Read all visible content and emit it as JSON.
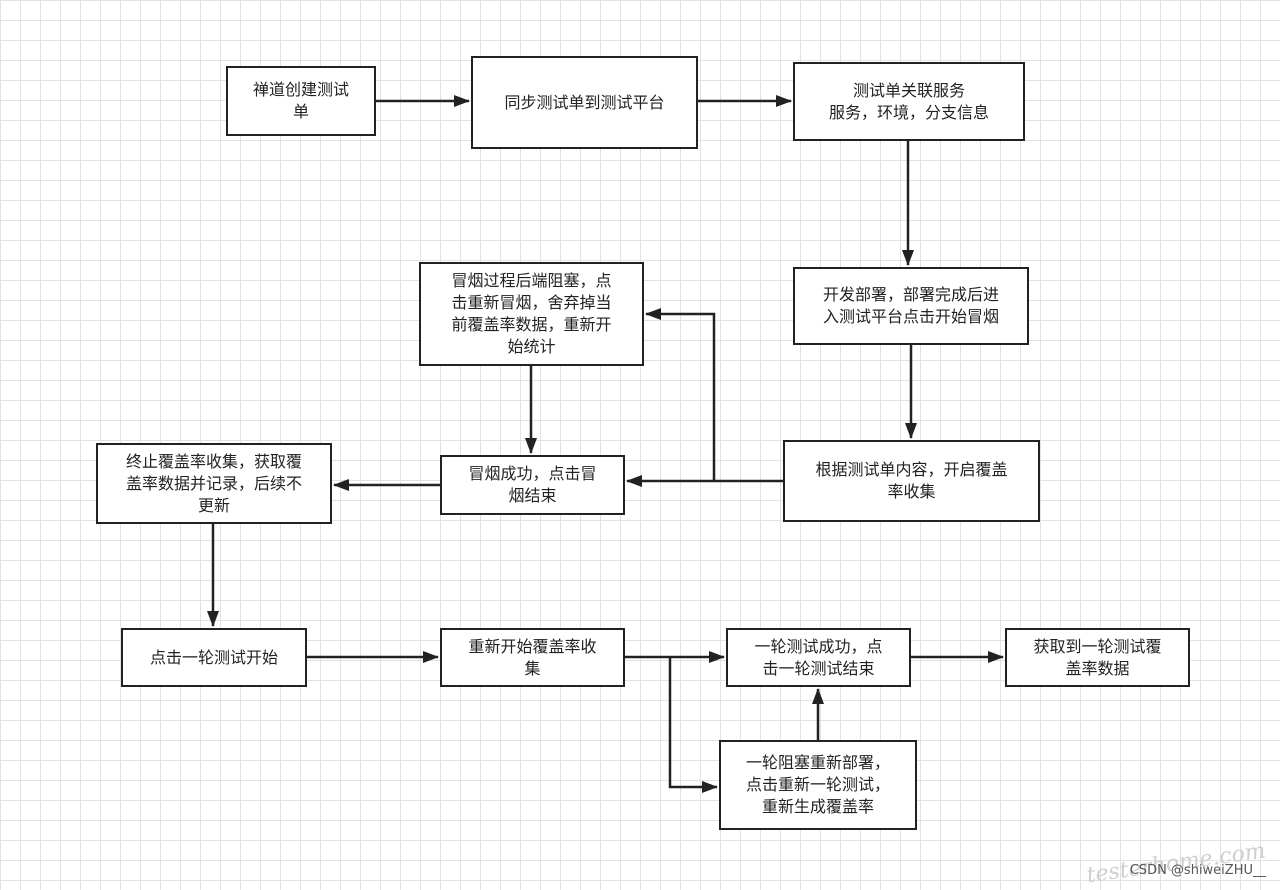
{
  "nodes": {
    "n1": "禅道创建测试\n单",
    "n2": "同步测试单到测试平台",
    "n3": "测试单关联服务\n服务，环境，分支信息",
    "n4": "开发部署，部署完成后进\n入测试平台点击开始冒烟",
    "n5": "根据测试单内容，开启覆盖\n率收集",
    "n6": "冒烟过程后端阻塞，点\n击重新冒烟，舍弃掉当\n前覆盖率数据，重新开\n始统计",
    "n7": "冒烟成功，点击冒\n烟结束",
    "n8": "终止覆盖率收集，获取覆\n盖率数据并记录，后续不\n更新",
    "n9": "点击一轮测试开始",
    "n10": "重新开始覆盖率收\n集",
    "n11": "一轮测试成功，点\n击一轮测试结束",
    "n12": "获取到一轮测试覆\n盖率数据",
    "n13": "一轮阻塞重新部署，\n点击重新一轮测试，\n重新生成覆盖率"
  },
  "edges": [
    {
      "from": "n1",
      "to": "n2"
    },
    {
      "from": "n2",
      "to": "n3"
    },
    {
      "from": "n3",
      "to": "n4"
    },
    {
      "from": "n4",
      "to": "n5"
    },
    {
      "from": "n5",
      "to": "n7"
    },
    {
      "from": "n5",
      "to": "n6"
    },
    {
      "from": "n6",
      "to": "n7"
    },
    {
      "from": "n7",
      "to": "n8"
    },
    {
      "from": "n8",
      "to": "n9"
    },
    {
      "from": "n9",
      "to": "n10"
    },
    {
      "from": "n10",
      "to": "n11"
    },
    {
      "from": "n10",
      "to": "n13"
    },
    {
      "from": "n13",
      "to": "n11"
    },
    {
      "from": "n11",
      "to": "n12"
    }
  ],
  "watermark": {
    "script": "testerhome.com",
    "csdn": "CSDN @shiweiZHU__"
  }
}
